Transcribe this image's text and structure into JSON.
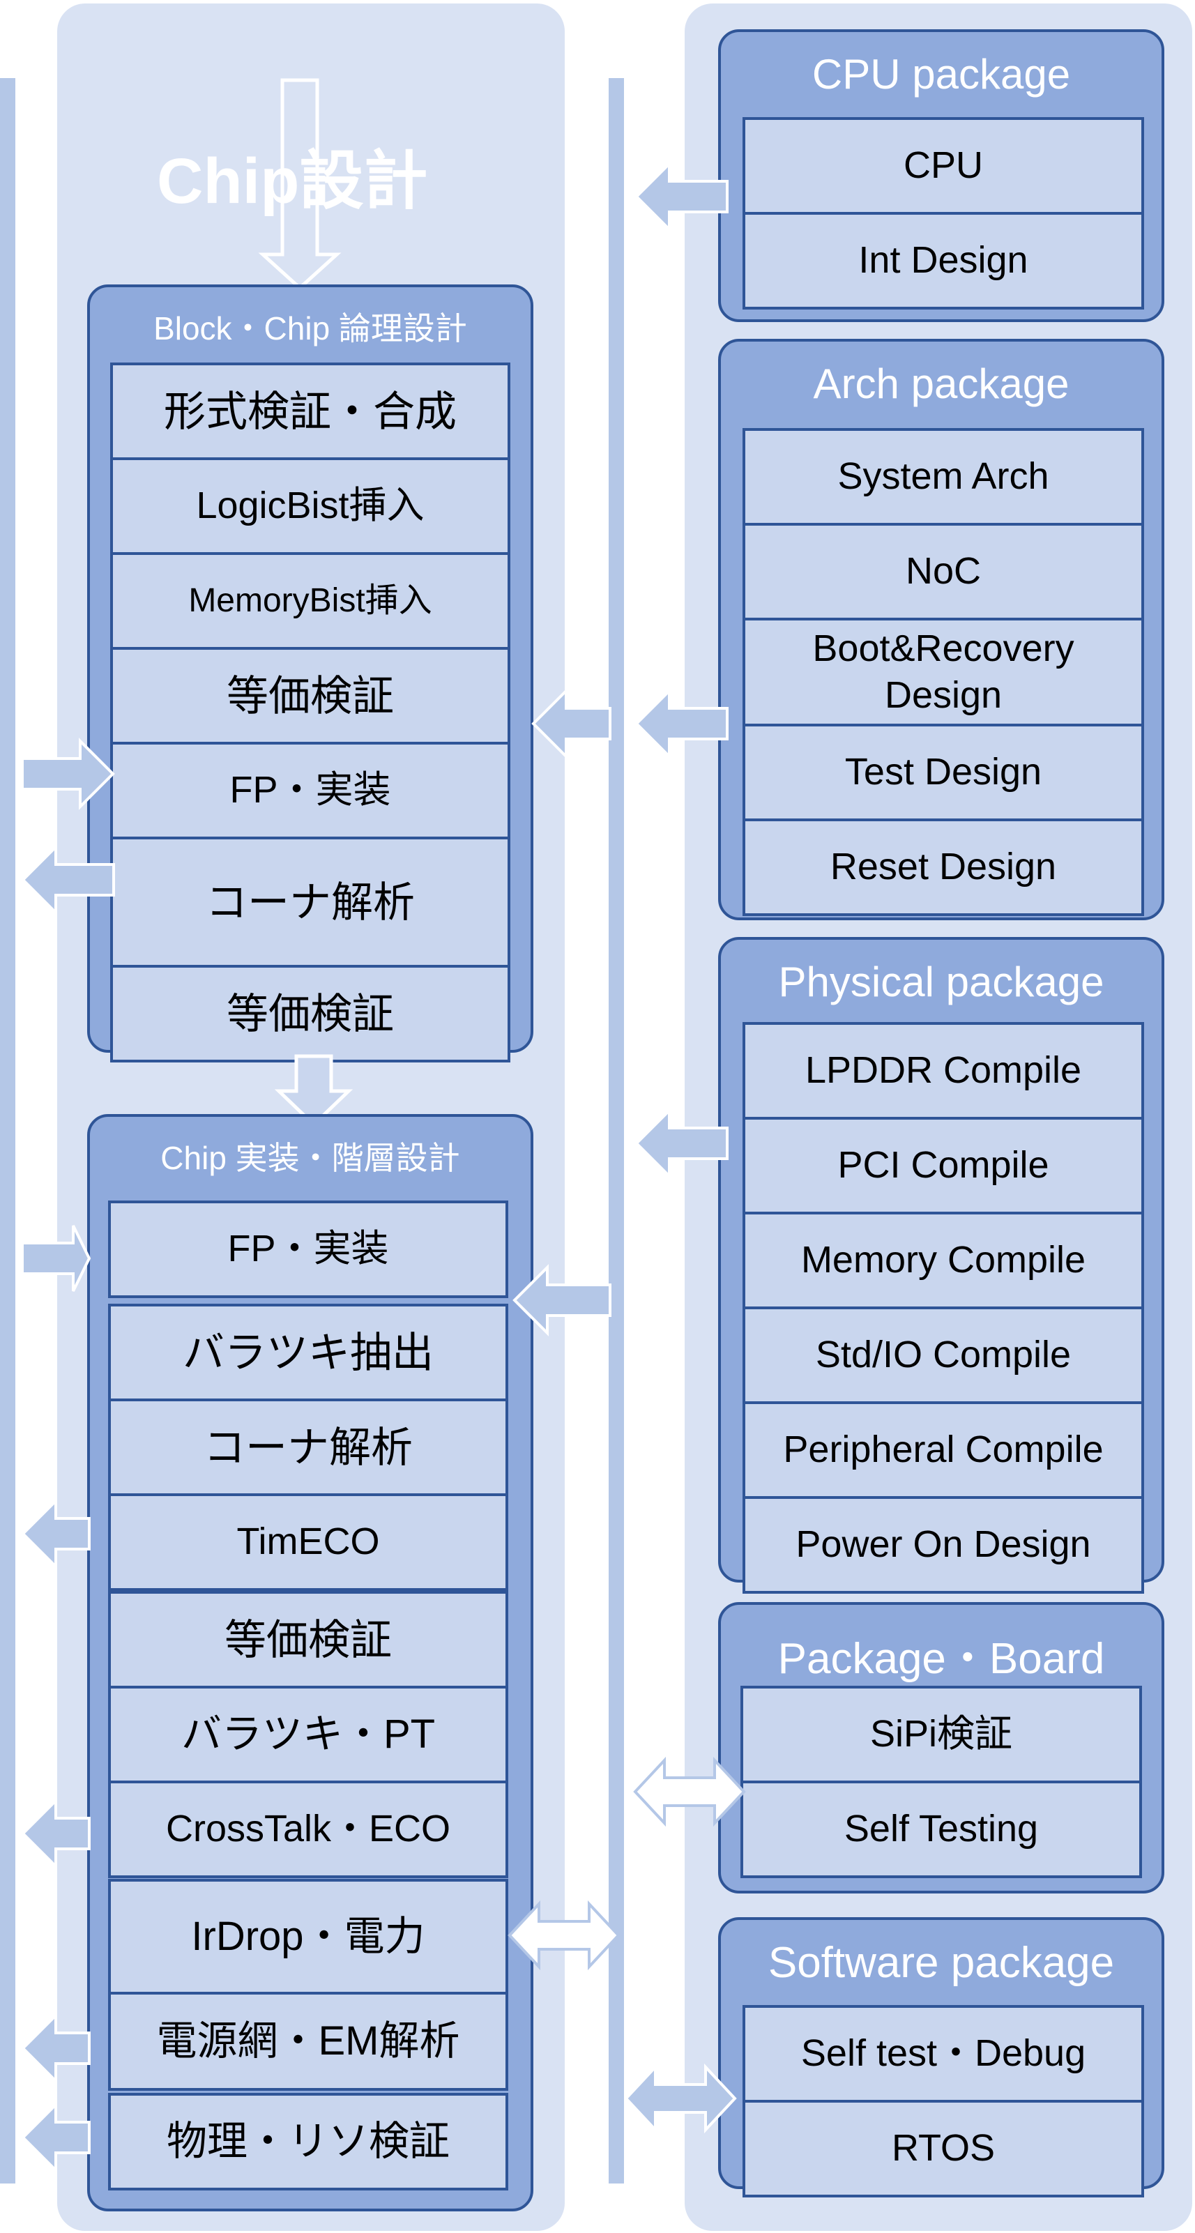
{
  "chip": {
    "title": "Chip設計",
    "block_logic": {
      "title": "Block・Chip 論理設計",
      "items": [
        "形式検証・合成",
        "LogicBist挿入",
        "MemoryBist挿入",
        "等価検証",
        "FP・実装",
        "コーナ解析",
        "等価検証"
      ]
    },
    "chip_impl": {
      "title": "Chip 実装・階層設計",
      "group1": [
        "FP・実装"
      ],
      "group2": [
        "バラツキ抽出",
        "コーナ解析",
        "TimECO"
      ],
      "group3": [
        "等価検証",
        "バラツキ・PT",
        "CrossTalk・ECO"
      ],
      "group4": [
        "IrDrop・電力",
        "電源網・EM解析"
      ],
      "group5": [
        "物理・リソ検証"
      ]
    }
  },
  "packages": [
    {
      "title": "CPU package",
      "items": [
        "CPU",
        "Int Design"
      ]
    },
    {
      "title": "Arch package",
      "items": [
        "System Arch",
        "NoC",
        "Boot&Recovery Design",
        "Test Design",
        "Reset Design"
      ]
    },
    {
      "title": "Physical package",
      "items": [
        "LPDDR Compile",
        "PCI Compile",
        "Memory Compile",
        "Std/IO Compile",
        "Peripheral Compile",
        "Power On Design"
      ]
    },
    {
      "title": "Package・Board",
      "items": [
        "SiPi検証",
        "Self Testing"
      ]
    },
    {
      "title": "Software package",
      "items": [
        "Self test・Debug",
        "RTOS"
      ]
    }
  ],
  "colors": {
    "panel_bg": "#d9e2f3",
    "group_fill": "#8faadc",
    "cell_fill": "#c9d6ee",
    "border": "#2f5597",
    "arrow_fill": "#b4c7e7",
    "title_text": "#ffffff"
  }
}
